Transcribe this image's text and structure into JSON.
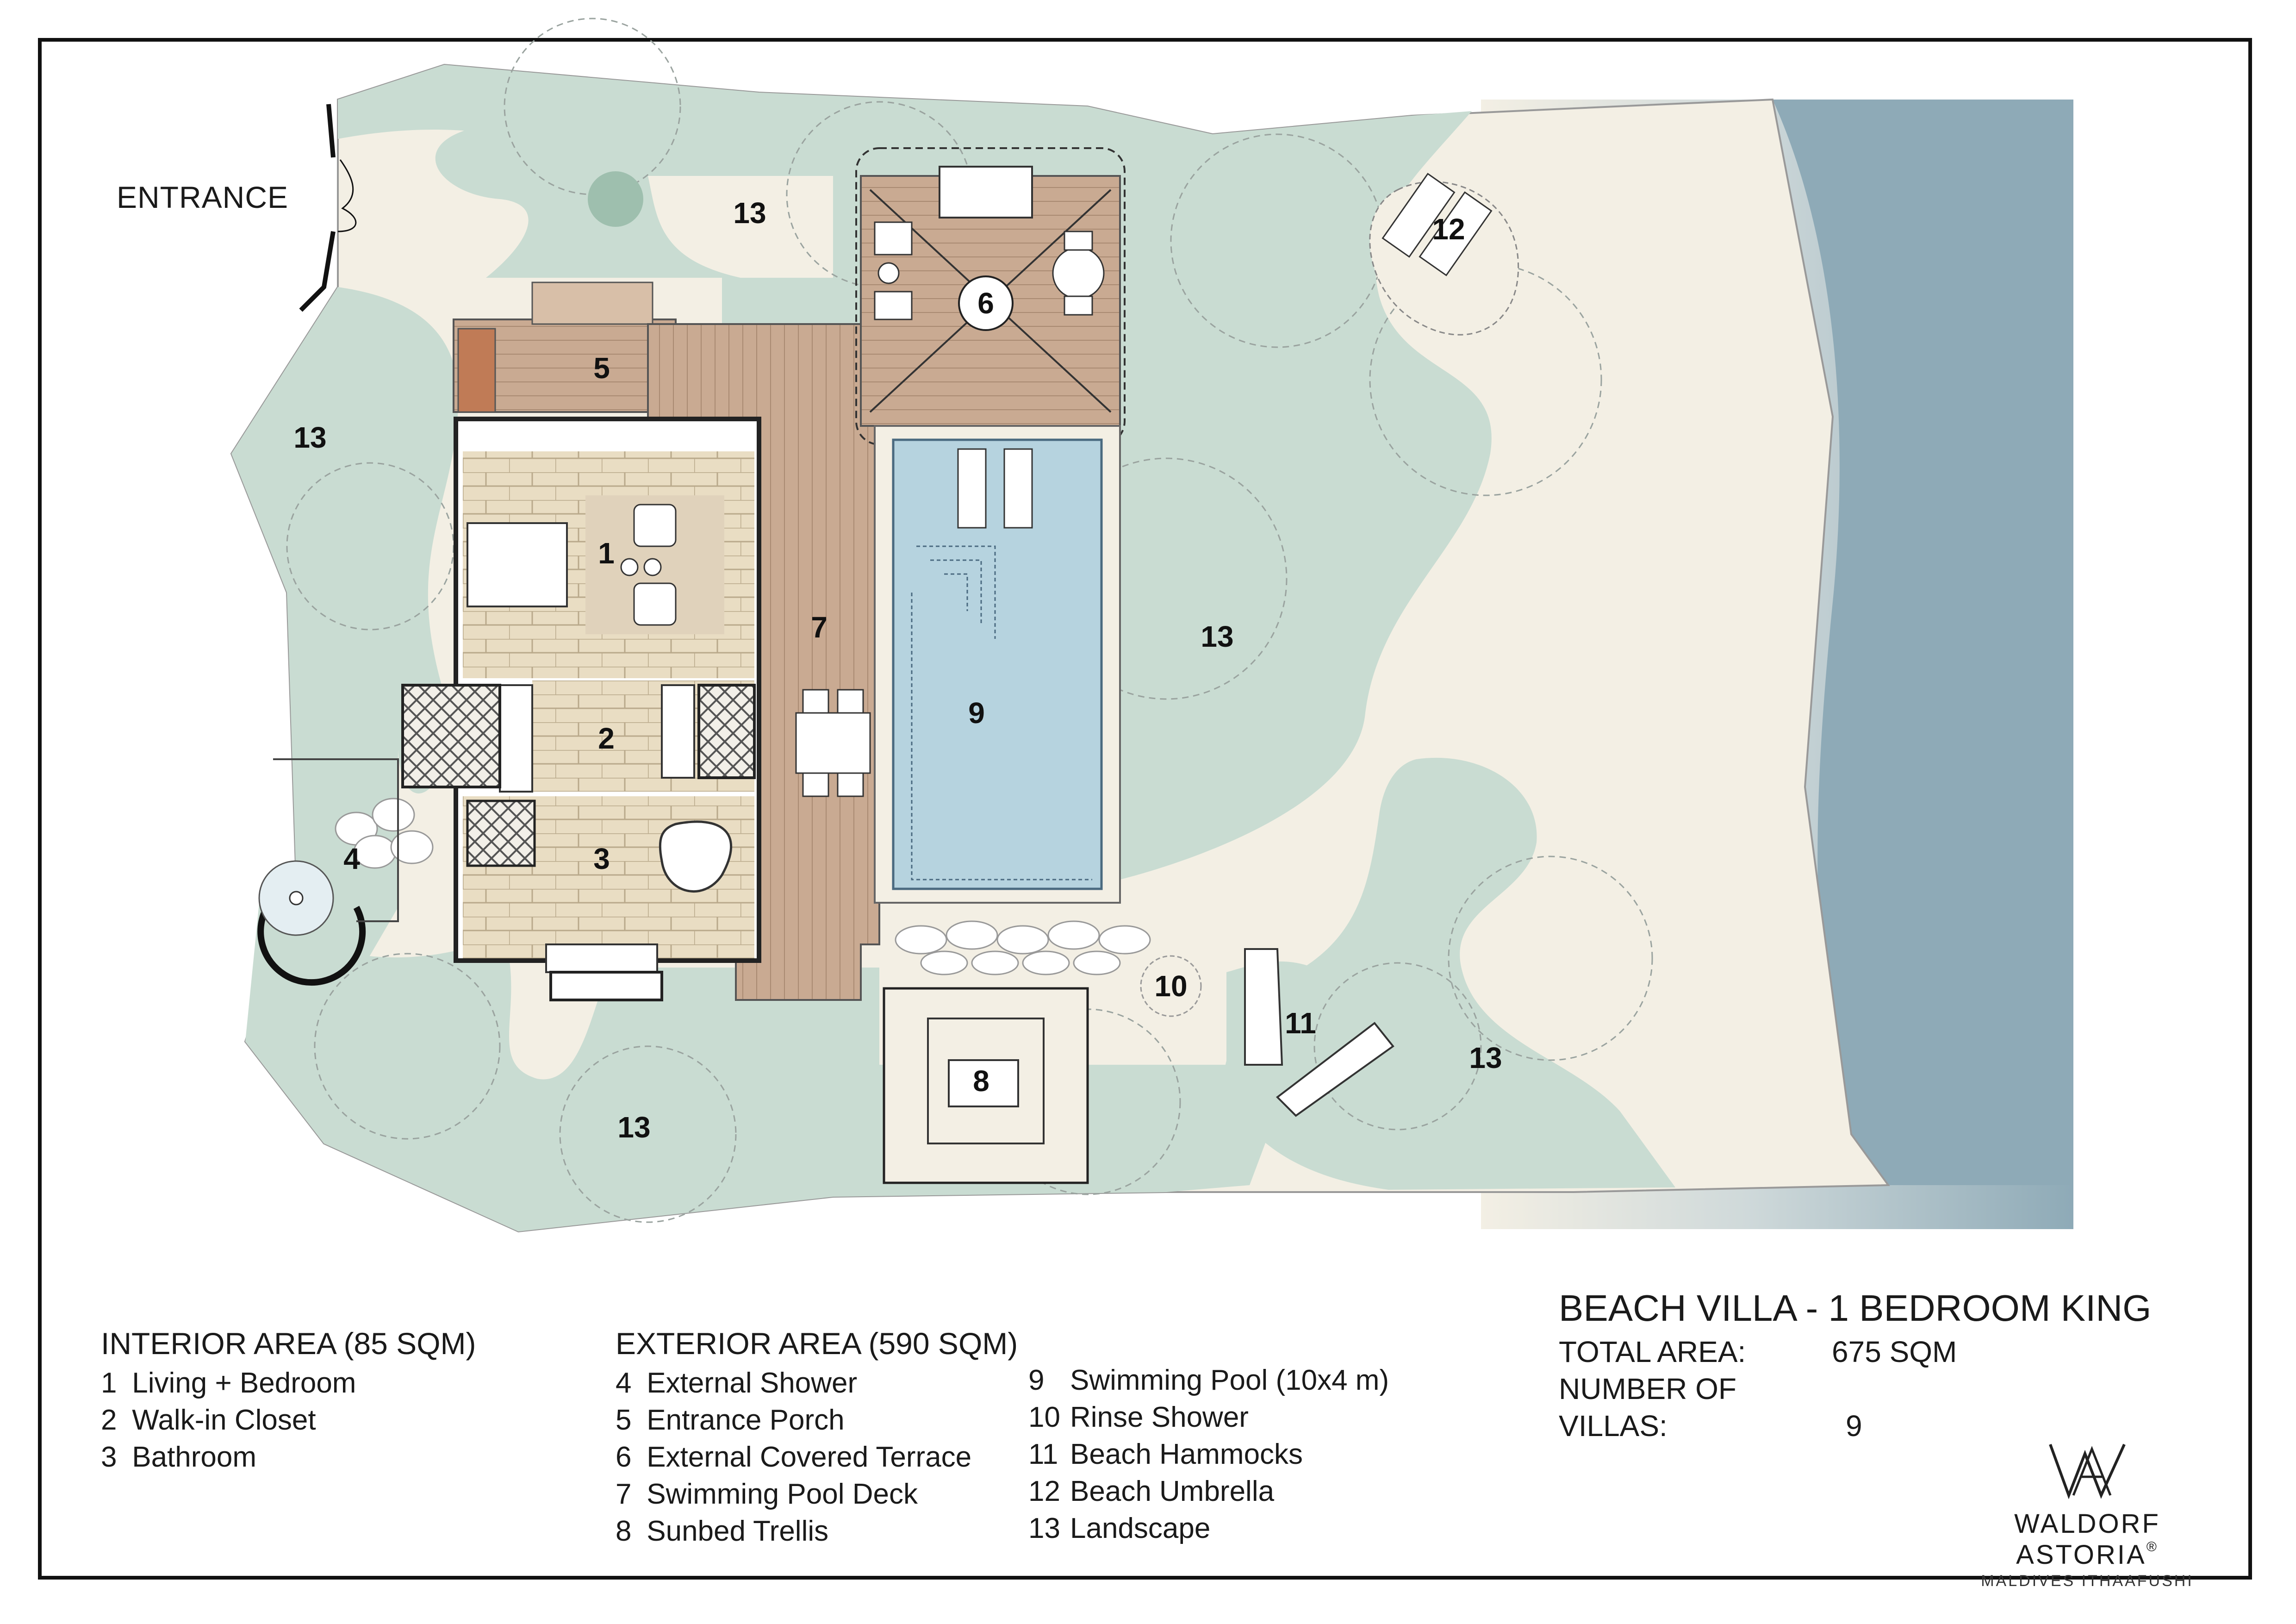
{
  "entrance_label": "ENTRANCE",
  "plan_labels": {
    "l1": "1",
    "l2": "2",
    "l3": "3",
    "l4": "4",
    "l5": "5",
    "l6": "6",
    "l7": "7",
    "l8": "8",
    "l9": "9",
    "l10": "10",
    "l11": "11",
    "l12": "12",
    "l13a": "13",
    "l13b": "13",
    "l13c": "13",
    "l13d": "13",
    "l13e": "13"
  },
  "interior": {
    "heading": "INTERIOR AREA  (85 SQM)",
    "items": [
      {
        "num": "1",
        "text": "Living + Bedroom"
      },
      {
        "num": "2",
        "text": "Walk-in Closet"
      },
      {
        "num": "3",
        "text": "Bathroom"
      }
    ]
  },
  "exterior": {
    "heading": "EXTERIOR AREA  (590 SQM)",
    "items": [
      {
        "num": "4",
        "text": "External Shower"
      },
      {
        "num": "5",
        "text": "Entrance Porch"
      },
      {
        "num": "6",
        "text": "External Covered Terrace"
      },
      {
        "num": "7",
        "text": "Swimming Pool Deck"
      },
      {
        "num": "8",
        "text": "Sunbed Trellis"
      },
      {
        "num": "9",
        "text": "Swimming Pool (10x4 m)"
      },
      {
        "num": "10",
        "text": "Rinse Shower"
      },
      {
        "num": "11",
        "text": "Beach Hammocks"
      },
      {
        "num": "12",
        "text": "Beach Umbrella"
      },
      {
        "num": "13",
        "text": "Landscape"
      }
    ]
  },
  "summary": {
    "title": "BEACH VILLA - 1 BEDROOM KING",
    "total_area_label": "TOTAL AREA:",
    "total_area_value": "675  SQM",
    "villas_label": "NUMBER OF VILLAS:",
    "villas_value": "9"
  },
  "brand": {
    "name": "WALDORF ASTORIA",
    "mark": "®",
    "location": "MALDIVES ITHAAFUSHI"
  },
  "colors": {
    "landscape": "#c9dcd2",
    "sand": "#f3efe4",
    "sea": "#8eaab7",
    "deck": "#c9aa92",
    "floor": "#e9ddc3",
    "pool": "#b6d3df"
  }
}
